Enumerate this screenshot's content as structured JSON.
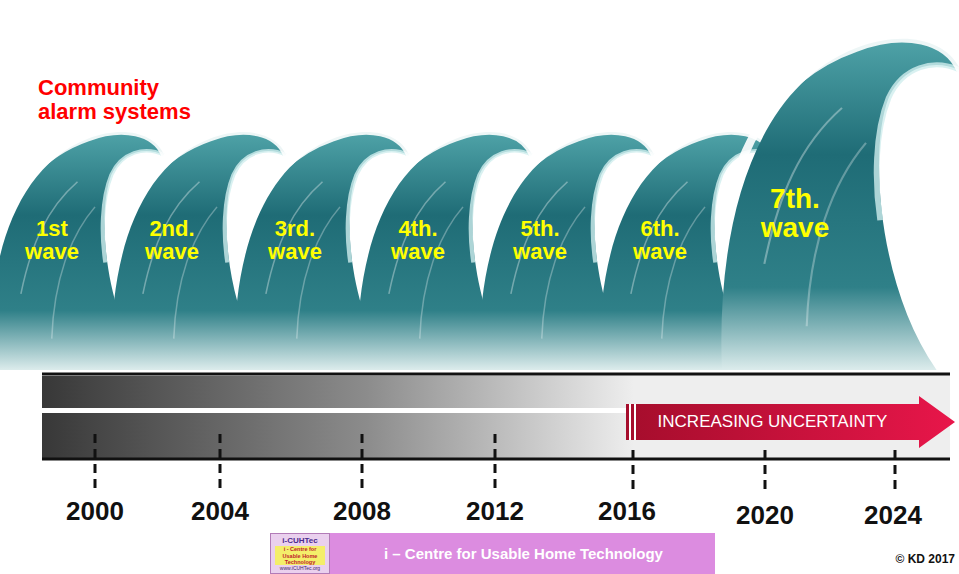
{
  "diagram": {
    "nodes": [
      {
        "text": [
          "1st wave"
        ]
      },
      {
        "text": [
          "2nd. wave"
        ]
      },
      {
        "text": [
          "3rd. wave"
        ]
      },
      {
        "text": [
          "4th. wave"
        ]
      },
      {
        "text": [
          "5th. wave"
        ]
      },
      {
        "text": [
          "6th. wave"
        ]
      },
      {
        "text": [
          "7th. wave"
        ]
      },
      {
        "text": [
          "INCREASING UNCERTAINTY"
        ]
      },
      {
        "text": [
          "i – Centre for Usable Home Technology"
        ]
      },
      {
        "text": [
          "i-CUHTec",
          "i - Centre for Usable Home Technology",
          "www.iCUHTec.org"
        ],
        "in": 8
      }
    ],
    "labels": [
      "Community alarm systems",
      "2000",
      "2004",
      "2008",
      "2012",
      "2016",
      "2020",
      "2024",
      "© KD 2017"
    ]
  }
}
